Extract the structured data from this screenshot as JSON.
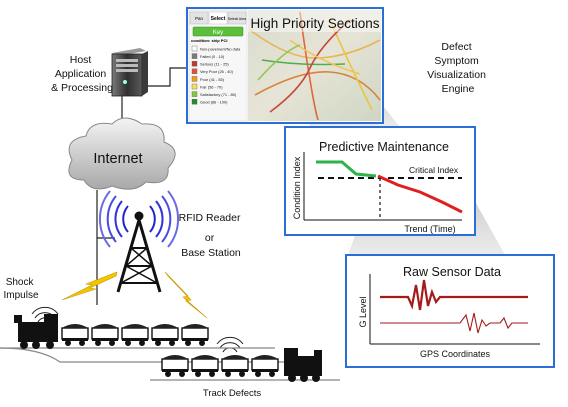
{
  "host": {
    "label_lines": [
      "Host",
      "Application",
      "& Processing"
    ]
  },
  "cloud": {
    "label": "Internet"
  },
  "rfid": {
    "label_lines": [
      "RFID Reader",
      "or",
      "Base Station"
    ]
  },
  "shock": {
    "label_lines": [
      "Shock",
      "Impulse"
    ]
  },
  "track_defects": {
    "label": "Track Defects"
  },
  "engine": {
    "label_lines": [
      "Defect",
      "Symptom",
      "Visualization",
      "Engine"
    ]
  },
  "map_panel": {
    "title": "High Priority Sections",
    "tabs": [
      "Pan",
      "Select",
      "Selecti Area"
    ],
    "key_button": "Key",
    "legend_heading": "condition: ship PCI",
    "legend_items": [
      {
        "label": "Non-pavement/No data",
        "color": "#ffffff"
      },
      {
        "label": "Failed (0 - 10)",
        "color": "#7a7a7a"
      },
      {
        "label": "Serious (11 - 25)",
        "color": "#c0392b"
      },
      {
        "label": "Very Poor (26 - 40)",
        "color": "#e74c3c"
      },
      {
        "label": "Poor (41 - 55)",
        "color": "#f39c12"
      },
      {
        "label": "Fair (56 - 70)",
        "color": "#f1e05a"
      },
      {
        "label": "Satisfactory (71 - 85)",
        "color": "#7ccd3a"
      },
      {
        "label": "Good (86 - 100)",
        "color": "#1e8b2e"
      }
    ]
  },
  "predictive": {
    "title": "Predictive Maintenance",
    "ylabel": "Condition Index",
    "xlabel": "Trend (Time)",
    "critical_label": "Critical Index"
  },
  "raw": {
    "title": "Raw Sensor Data",
    "ylabel": "G Level",
    "xlabel": "GPS Coordinates"
  },
  "colors": {
    "panel_border": "#2a6fd6",
    "lightning": "#f2c500",
    "signal": "#2222cc",
    "green_line": "#2db34a",
    "red_line": "#e02020",
    "dark_red": "#a31b1b",
    "train": "#111111"
  }
}
